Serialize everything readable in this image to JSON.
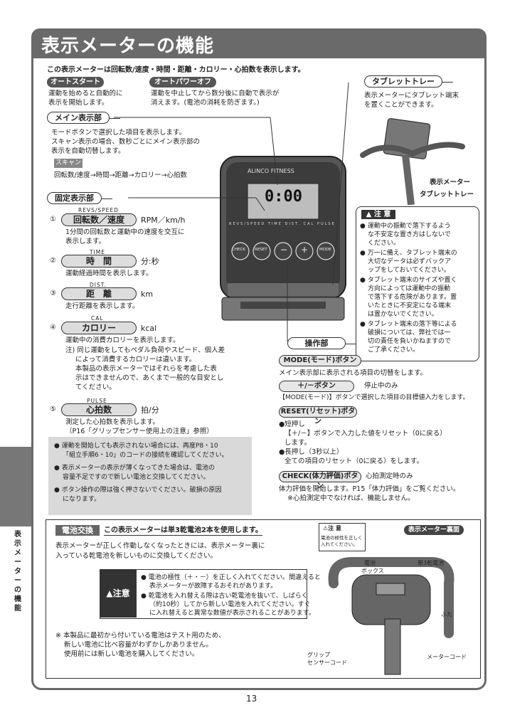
{
  "title": "表示メーターの機能",
  "intro": "この表示メーターは回転数/速度・時間・距離・カロリー・心拍数を表示します。",
  "auto_start": {
    "label": "オートスタート",
    "desc": [
      "運動を始めると自動的に",
      "表示を開始します。"
    ]
  },
  "auto_power_off": {
    "label": "オートパワーオフ",
    "desc": [
      "運動を中止してから数分後に自動で表示が",
      "消えます。(電池の消耗を防ぎます。)"
    ]
  },
  "main_display": {
    "label": "メイン表示部",
    "desc": [
      "モードボタンで選択した項目を表示します。",
      "スキャン表示の場合、数秒ごとにメイン表示部の",
      "表示を自動切替します。"
    ],
    "scan_label": "スキャン",
    "scan_sequence": "回転数/速度→時間→距離→カロリー→心拍数"
  },
  "fixed_display": {
    "label": "固定表示部",
    "items": [
      {
        "num": "①",
        "tag": "REVS/SPEED",
        "name": "回転数／速度",
        "unit": "RPM／km/h",
        "desc": [
          "1分間の回転数と運動中の速度を交互に",
          "表示します。"
        ]
      },
      {
        "num": "②",
        "tag": "TIME",
        "name": "時　間",
        "unit": "分:秒",
        "desc": [
          "運動経過時間を表示します。"
        ]
      },
      {
        "num": "③",
        "tag": "DIST.",
        "name": "距　離",
        "unit": "km",
        "desc": [
          "走行距離を表示します。"
        ]
      },
      {
        "num": "④",
        "tag": "CAL",
        "name": "カロリー",
        "unit": "kcal",
        "desc": [
          "運動中の消費カロリーを表示します。",
          "注) 同じ運動をしてもペダル負荷やスピード、個人差",
          "によって消費するカロリーは違います。",
          "本製品の表示メーターではそれらを考慮した表",
          "示はできませんので、あくまで一般的な目安とし",
          "てください。"
        ]
      },
      {
        "num": "⑤",
        "tag": "PULSE",
        "name": "心拍数",
        "unit": "拍/分",
        "desc": [
          "測定した心拍数を表示します。",
          "（P16「グリップセンサー使用上の注意」参照）"
        ]
      }
    ]
  },
  "notes": [
    [
      "運動を開始しても表示されない場合には、再度P8・10",
      "「組立手順6・10」のコードの接続を確認してください。"
    ],
    [
      "表示メーターの表示が薄くなってきた場合は、電池の",
      "容量不足ですので新しい電池と交換してください。"
    ],
    [
      "ボタン操作の際は強く押さないでください。破損の原因",
      "になります。"
    ]
  ],
  "meter": {
    "brand": "ALINCO FITNESS",
    "display_value": "0:00",
    "labels": [
      "REVS/SPEED",
      "TIME",
      "DIST.",
      "CAL",
      "PULSE"
    ],
    "buttons": [
      "CHECK",
      "RESET",
      "−",
      "+",
      "MODE"
    ]
  },
  "tablet_tray": {
    "label": "タブレットトレー",
    "desc": [
      "表示メーターにタブレット端末",
      "を置くことができます。"
    ],
    "meter_label": "表示メーター",
    "tray_label": "タブレットトレー"
  },
  "caution": {
    "label": "注 意",
    "items": [
      [
        "運動中の振動で落下するよう",
        "な不安定な置き方はしないで",
        "ください。"
      ],
      [
        "万一に備え、タブレット端末の",
        "大切なデータは必ずバックア",
        "ップをしておいてください。"
      ],
      [
        "タブレット端末のサイズや置く",
        "方向によっては運動中の振動",
        "で落下する危険があります。置",
        "いたときに不安定になる端末",
        "は置かないでください。"
      ],
      [
        "タブレット端末の落下等による",
        "破損については、弊社では一",
        "切の責任を負いかねますので",
        "ご了承ください。"
      ]
    ]
  },
  "operation": {
    "label": "操作部",
    "mode_btn": "MODE(モード)ボタン",
    "mode_desc": "メイン表示部に表示される項目の切替をします。",
    "plusminus_btn": "＋/－ボタン",
    "plusminus_when": "停止中のみ",
    "plusminus_desc": "【MODE(モード)】ボタンで選択した項目の目標値入力をします。",
    "reset_btn": "RESET(リセット)ボタン",
    "reset_desc": [
      "●短押し",
      "【＋/－】ボタンで入力した値をリセット（0に戻る）",
      "します。",
      "●長押し（3秒以上）",
      "全ての項目のリセット（0に戻る）をします。"
    ],
    "check_btn": "CHECK(体力評価)ボタン",
    "check_when": "心拍測定時のみ",
    "check_desc": [
      "体力評価を開始します。P15「体力評価」をご覧ください。",
      "※心拍測定中でなければ、機能しません。"
    ]
  },
  "battery": {
    "label": "電池交換",
    "headline": "この表示メーターは単3乾電池2本を使用します。",
    "desc": [
      "表示メーターが正しく作動しなくなったときには、表示メーター裏に",
      "入っている乾電池を新しいものに交換してください。"
    ],
    "caution_label": "注意",
    "caution_items": [
      [
        "電池の極性（＋・－）を正しく入れてください。間違えると",
        "表示メーターが故障するおそれがあります。"
      ],
      [
        "乾電池を入れ替える際は古い乾電池を抜いて、しばらく",
        "（約10秒）してから新しい電池を入れてください。すぐ",
        "に入れ替えると異常な数値が表示されることがあります。"
      ]
    ],
    "footnote": [
      "※ 本製品に最初から付いている電池はテスト用のため、",
      "新しい電池に比べ容量がわずかしかありません。",
      "使用前には新しい電池を購入してください。"
    ],
    "small_caution_label": "注 意",
    "small_caution_text": [
      "電池の極性を正しく",
      "入れてください。"
    ],
    "back_label": "表示メーター裏面",
    "battery_box": [
      "電池",
      "ボックス"
    ],
    "aa_battery": "単3乾電池",
    "lid": "ふた",
    "grip_cord": [
      "グリップ",
      "センサーコード"
    ],
    "meter_cord": "メーターコード"
  },
  "side_tab": "表示メーターの機能",
  "page_number": "13"
}
